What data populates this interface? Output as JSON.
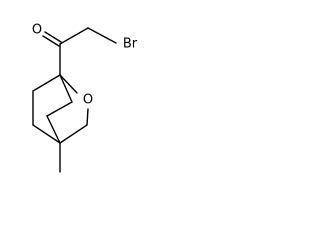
{
  "molecule": {
    "atoms": {
      "oxygen_carbonyl": "O",
      "bromine": "Br",
      "oxygen_ring": "O"
    }
  },
  "colors": {
    "bond": "#000000",
    "background": "#ffffff"
  }
}
